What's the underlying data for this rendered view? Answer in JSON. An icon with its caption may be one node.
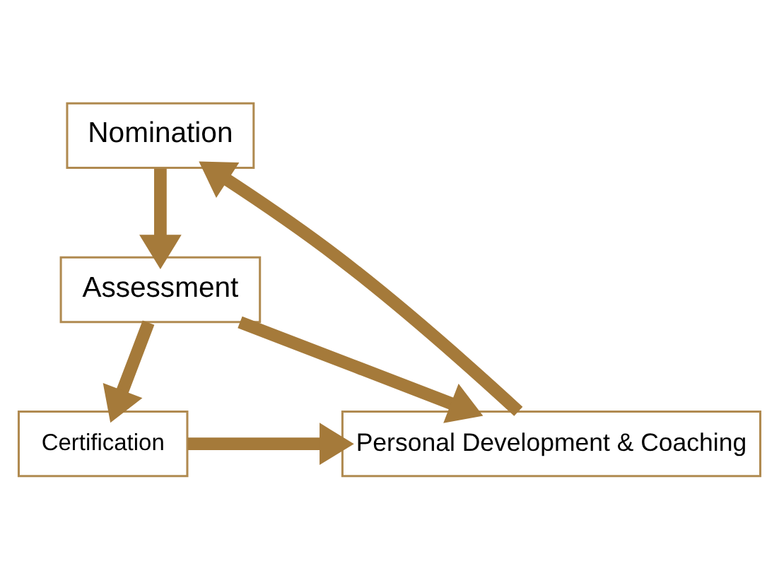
{
  "diagram": {
    "nodes": [
      {
        "text": [
          "Nomination"
        ]
      },
      {
        "text": [
          "Assessment"
        ]
      },
      {
        "text": [
          "Personal Development & Coaching"
        ]
      },
      {
        "text": [
          "Certification"
        ]
      }
    ],
    "edges": [
      {
        "from": 0,
        "to": 1,
        "arrow": "to"
      },
      {
        "from": 1,
        "to": 2,
        "arrow": "to"
      },
      {
        "from": 1,
        "to": 3,
        "arrow": "to"
      },
      {
        "from": 3,
        "to": 2,
        "arrow": "to"
      },
      {
        "from": 2,
        "to": 0,
        "arrow": "to"
      }
    ]
  }
}
